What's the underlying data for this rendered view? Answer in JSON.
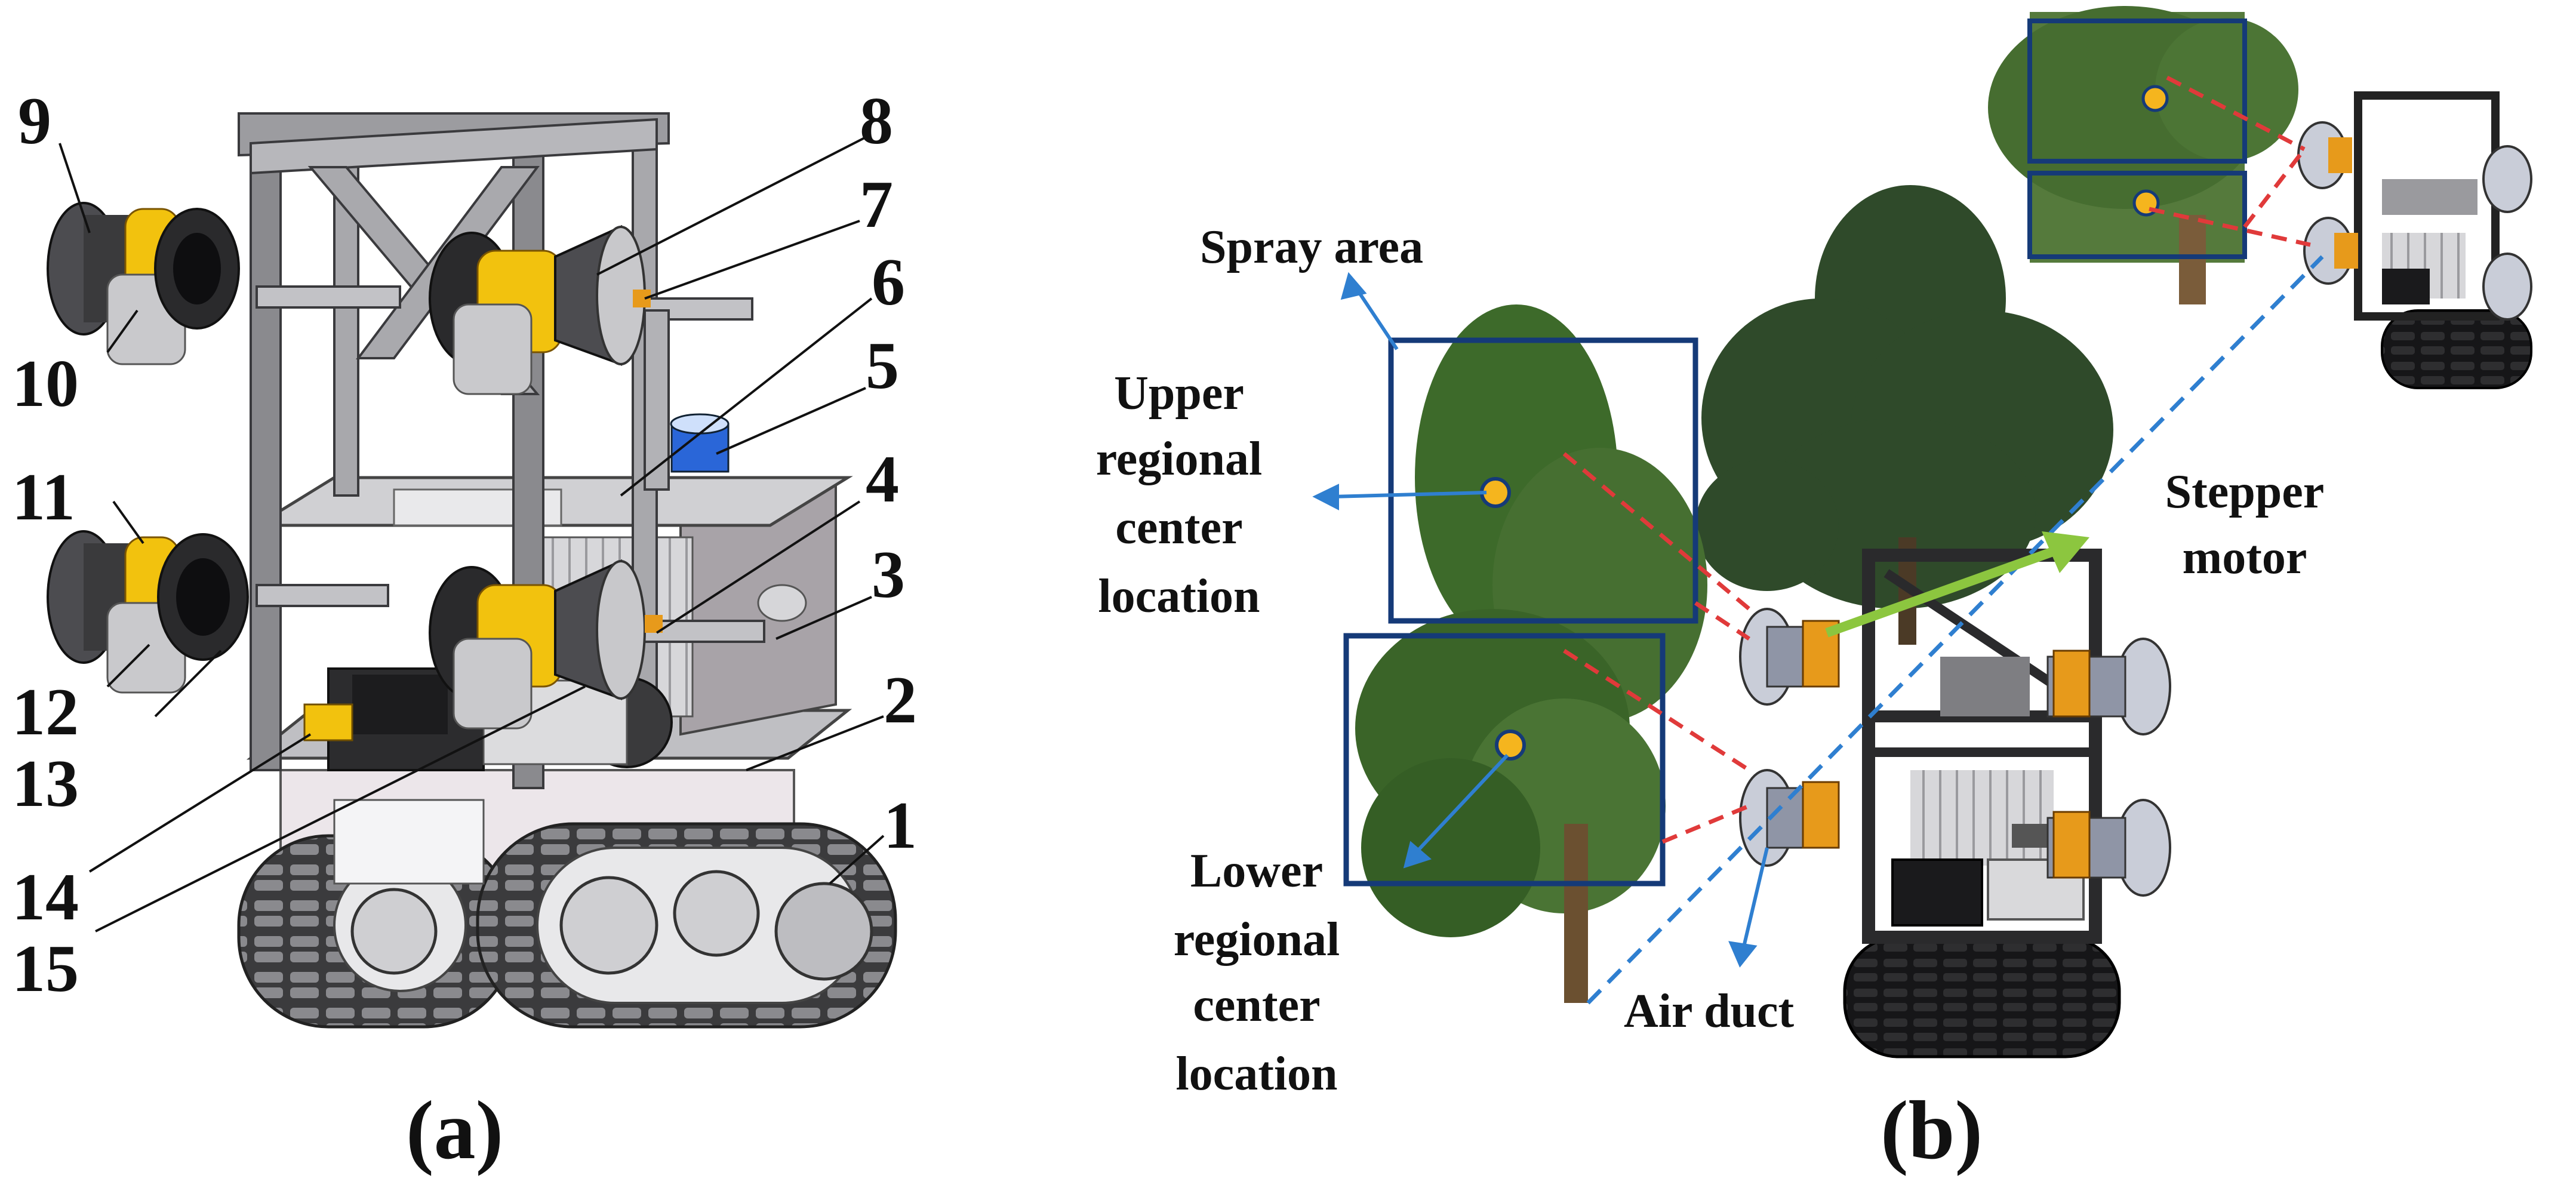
{
  "figure": {
    "panel_a": {
      "caption": "(a)",
      "part_labels": [
        "1",
        "2",
        "3",
        "4",
        "5",
        "6",
        "7",
        "8",
        "9",
        "10",
        "11",
        "12",
        "13",
        "14",
        "15"
      ]
    },
    "panel_b": {
      "caption": "(b)",
      "annotations": {
        "spray_area": "Spray area",
        "upper_region": [
          "Upper",
          "regional",
          "center",
          "location"
        ],
        "lower_region": [
          "Lower",
          "regional",
          "center",
          "location"
        ],
        "stepper_motor": [
          "Stepper",
          "motor"
        ],
        "air_duct": "Air duct"
      }
    },
    "colors": {
      "frame": "#6f6f73",
      "frame_light": "#b9b9bd",
      "fan_dark": "#2a2a2c",
      "fan_yellow": "#f2c20e",
      "fan_orange": "#e79a1b",
      "track": "#3b3b3d",
      "tank_blue": "#2a66d8",
      "tree_green": "#3d6a2a",
      "box_blue": "#153a78",
      "dash_red": "#e03a3a",
      "dash_blue": "#2f7fd0",
      "arrow_green": "#8cc63f",
      "dot_orange": "#f5b51e"
    }
  }
}
